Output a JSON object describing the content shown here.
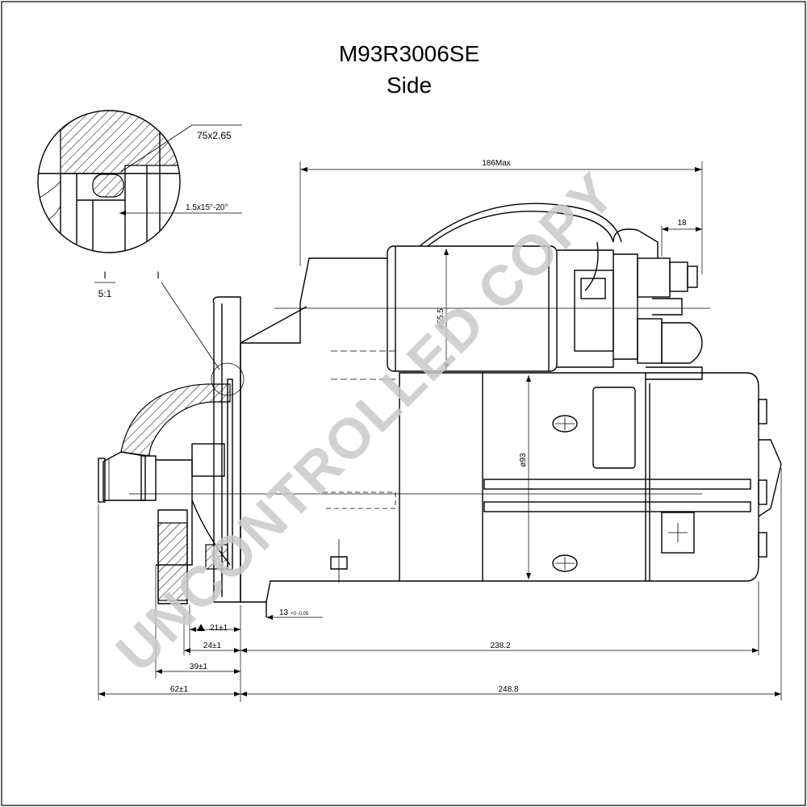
{
  "header": {
    "part_number": "M93R3006SE",
    "view": "Side"
  },
  "detail": {
    "marker": "I",
    "scale_top": "I",
    "scale_bottom": "5:1",
    "oring_spec": "75x2.65",
    "chamfer_spec": "1.5x15°-20°"
  },
  "dimensions": {
    "overall_top": "186Max",
    "terminal_offset": "18",
    "solenoid_dia": "ø55.5",
    "motor_dia": "ø93",
    "pilot": "13",
    "pilot_tol": "+0 -0.05",
    "flange_to_pinion": "21±1",
    "d24": "24±1",
    "d39": "39±1",
    "d62": "62±1",
    "d238": "238.2",
    "d248": "248.8"
  },
  "watermark": "UNCONTROLLED COPY",
  "colors": {
    "line": "#000000",
    "watermark": "#c9c9c9"
  }
}
